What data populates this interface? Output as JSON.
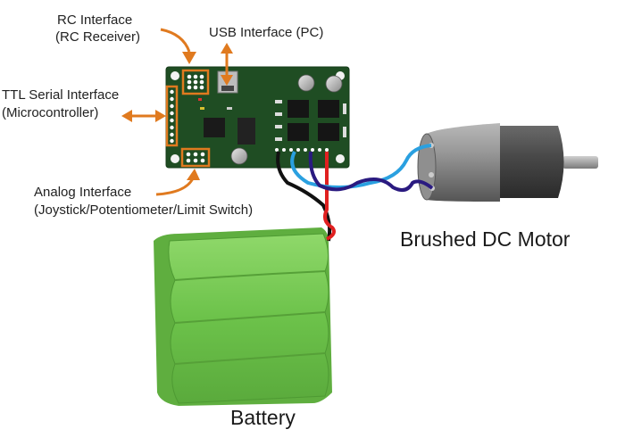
{
  "diagram": {
    "title": "Motor controller connection diagram",
    "labels": {
      "rc_interface_line1": "RC Interface",
      "rc_interface_line2": "(RC Receiver)",
      "usb_interface": "USB Interface (PC)",
      "ttl_interface_line1": "TTL Serial Interface",
      "ttl_interface_line2": "(Microcontroller)",
      "analog_interface_line1": "Analog Interface",
      "analog_interface_line2": "(Joystick/Potentiometer/Limit Switch)",
      "motor": "Brushed DC Motor",
      "battery": "Battery"
    },
    "colors": {
      "arrow": "#e07a1f",
      "pcb": "#1f4d23",
      "battery": "#6cc24a",
      "motor_can": "#8a8a8a",
      "gearbox": "#4a4a4a",
      "wire_red": "#e02020",
      "wire_black": "#111111",
      "wire_light_blue": "#2aa0e0",
      "wire_dark_blue": "#2a1a80"
    }
  }
}
